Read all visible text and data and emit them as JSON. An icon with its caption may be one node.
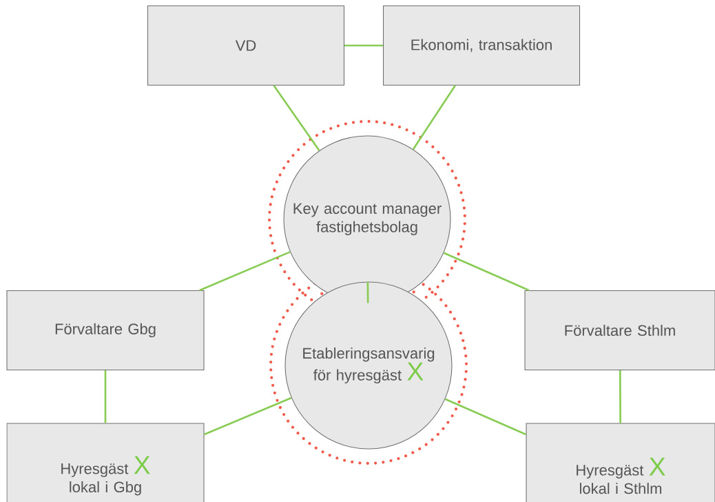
{
  "diagram": {
    "nodes": [
      {
        "text": [
          "VD"
        ]
      },
      {
        "text": [
          "Ekonomi, transaktion"
        ]
      },
      {
        "text": [
          "Key account manager fastighetsbolag"
        ]
      },
      {
        "text": [
          "Etableringsansvarig för hyresgäst",
          "X"
        ]
      },
      {
        "text": [
          "Förvaltare Gbg"
        ]
      },
      {
        "text": [
          "Förvaltare Sthlm"
        ]
      },
      {
        "text": [
          "Hyresgäst",
          "X",
          "lokal i Gbg"
        ]
      },
      {
        "text": [
          "Hyresgäst",
          "X",
          "lokal i Sthlm"
        ]
      }
    ],
    "edges": [
      {
        "from": 0,
        "to": 1,
        "arrow": "none"
      },
      {
        "from": 0,
        "to": 2,
        "arrow": "none"
      },
      {
        "from": 1,
        "to": 2,
        "arrow": "none"
      },
      {
        "from": 2,
        "to": 3,
        "arrow": "none"
      },
      {
        "from": 2,
        "to": 4,
        "arrow": "none"
      },
      {
        "from": 2,
        "to": 5,
        "arrow": "none"
      },
      {
        "from": 4,
        "to": 6,
        "arrow": "none"
      },
      {
        "from": 5,
        "to": 7,
        "arrow": "none"
      },
      {
        "from": 3,
        "to": 6,
        "arrow": "none"
      },
      {
        "from": 3,
        "to": 7,
        "arrow": "none"
      }
    ]
  }
}
